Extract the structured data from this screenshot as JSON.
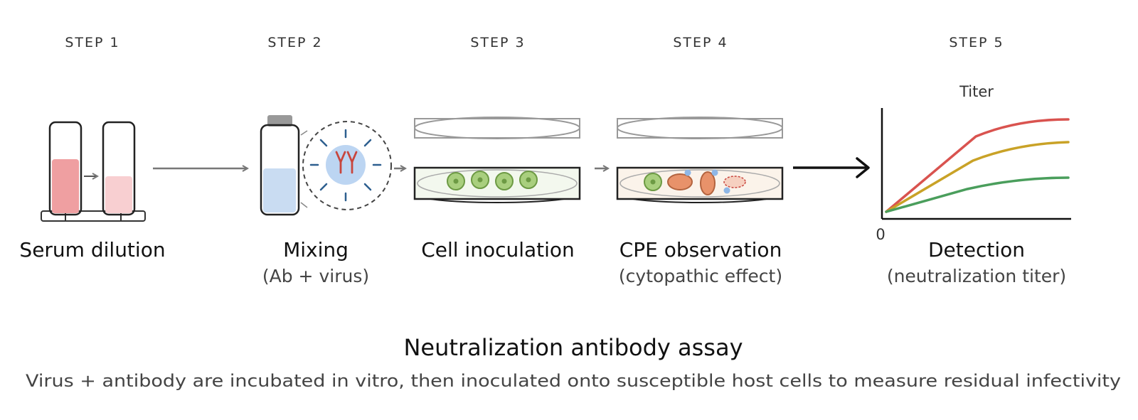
{
  "steps": [
    {
      "label": "STEP 1",
      "title": "Serum dilution",
      "subtitle": ""
    },
    {
      "label": "STEP 2",
      "title": "Mixing",
      "subtitle": "(Ab + virus)"
    },
    {
      "label": "STEP 3",
      "title": "Cell inoculation",
      "subtitle": ""
    },
    {
      "label": "STEP 4",
      "title": "CPE observation",
      "subtitle": "(cytopathic effect)"
    },
    {
      "label": "STEP 5",
      "title": "Detection",
      "subtitle": "(neutralization titer)"
    }
  ],
  "chart": {
    "ylabel": "Titer",
    "origin_label": "0",
    "series_colors": [
      "#d9534f",
      "#c9a227",
      "#4a9e5c"
    ]
  },
  "footer": {
    "title": "Neutralization antibody assay",
    "subtitle": "Virus + antibody are incubated in vitro, then inoculated onto susceptible host cells to measure residual infectivity"
  },
  "colors": {
    "serum_dark": "#ef9fa1",
    "serum_light": "#f8cfd1",
    "virus_fluid": "#c9dcf2",
    "antibody": "#c8453d",
    "cell_fill": "#a9cf7e",
    "infected_fill": "#e8926a",
    "arrow_gray": "#777777"
  }
}
